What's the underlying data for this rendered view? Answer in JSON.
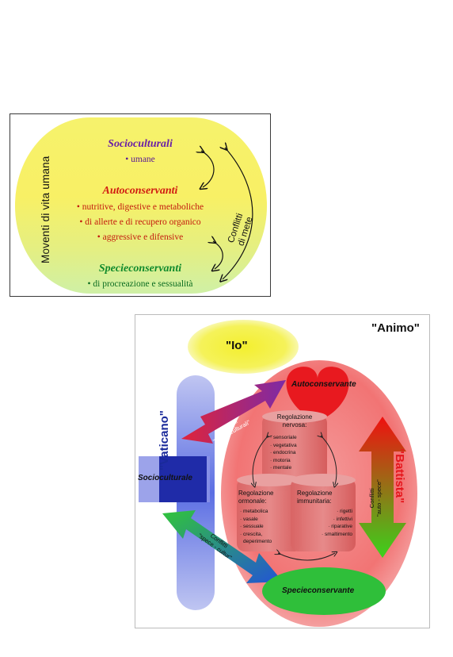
{
  "figure1": {
    "vertical_title": "Moventi di vita umana",
    "socioculturali": {
      "heading": "Socioculturali",
      "items": [
        "• umane"
      ]
    },
    "autoconservanti": {
      "heading": "Autoconservanti",
      "items": [
        "• nutritive, digestive e metaboliche",
        "• di allerte e di recupero organico",
        "• aggressive e difensive"
      ]
    },
    "specieconservanti": {
      "heading": "Specieconservanti",
      "items": [
        "• di procreazione e sessualità"
      ]
    },
    "conflitti": [
      "Conflitti",
      "di mete"
    ],
    "colors": {
      "socio": "#6a1fa6",
      "auto": "#d11c12",
      "specie": "#0f8a2c",
      "items_auto": "#c41a0e",
      "items_socio": "#5a1a94",
      "items_specie": "#0d6d22"
    }
  },
  "figure2": {
    "animo": "\"Animo\"",
    "io": "\"Io\"",
    "vaticano": "\"Vaticano\"",
    "battista": "\"Battista\"",
    "autoconservante": "Autoconservante",
    "socioculturale": "Socioculturale",
    "specieconservante": "Specieconservante",
    "conflitti_auto_culturali": [
      "Conflitti",
      "\"auto - culturali\""
    ],
    "conflitti_auto_spece": [
      "Conflitti",
      "\"auto - spece\""
    ],
    "conflitti_spece_cultur": [
      "Conflitti",
      "\"spece - cultur\""
    ],
    "nervosa": {
      "title": [
        "Regolazione",
        "nervosa:"
      ],
      "items": [
        "· sensoriale",
        "· vegetativa",
        "· endocrina",
        "· motoria",
        "· mentale"
      ]
    },
    "ormonale": {
      "title": [
        "Regolazione",
        "ormonale:"
      ],
      "items": [
        "· metabolica",
        "· vasale",
        "· sessuale",
        "· crescita,",
        "deperimento"
      ]
    },
    "immunitaria": {
      "title": [
        "Regolazione",
        "immunitaria:"
      ],
      "items": [
        "· rigetti",
        "· infettivi",
        "· riparative",
        "· smaltimento"
      ]
    },
    "colors": {
      "red_blob": "#f26b6b",
      "heart": "#e8191f",
      "vaticano_text": "#1a2a9a",
      "battista_text": "#e5161c",
      "io_fill": "#f4f03a",
      "specie_fill": "#2fbf3a"
    }
  }
}
